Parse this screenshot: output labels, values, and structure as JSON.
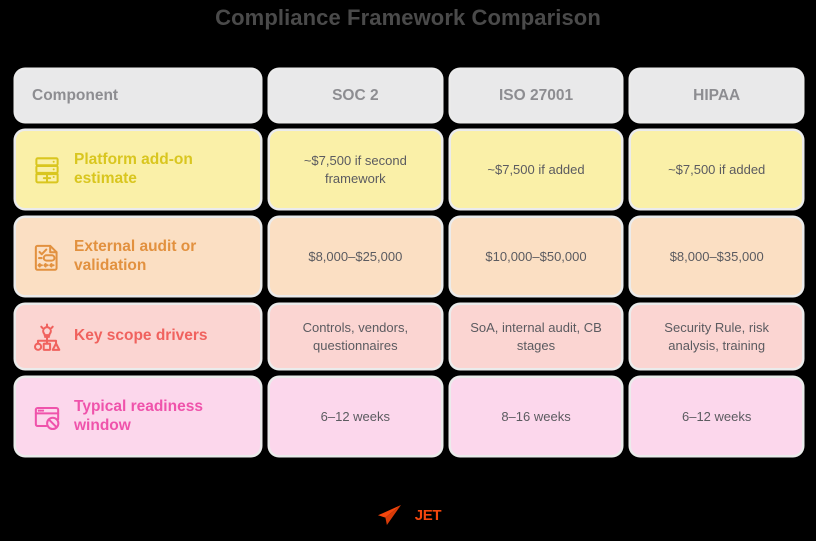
{
  "title": "Compliance Framework Comparison",
  "table": {
    "headers": [
      {
        "label": "Component",
        "name": "header-component"
      },
      {
        "label": "SOC 2",
        "name": "header-soc2"
      },
      {
        "label": "ISO 27001",
        "name": "header-iso27001"
      },
      {
        "label": "HIPAA",
        "name": "header-hipaa"
      }
    ],
    "rows": [
      {
        "label": "Platform add-on estimate",
        "icon": "server-add-icon",
        "theme": "yellow",
        "accent": "#d9c61f",
        "background": "#faf0a8",
        "cells": [
          "~$7,500 if second framework",
          "~$7,500 if added",
          "~$7,500 if added"
        ]
      },
      {
        "label": "External audit or validation",
        "icon": "document-check-icon",
        "theme": "orange",
        "accent": "#e2913f",
        "background": "#fbdfc3",
        "cells": [
          "$8,000–$25,000",
          "$10,000–$50,000",
          "$8,000–$35,000"
        ]
      },
      {
        "label": "Key scope drivers",
        "icon": "lightbulb-hierarchy-icon",
        "theme": "red",
        "accent": "#f0625e",
        "background": "#fbd5d2",
        "cells": [
          "Controls, vendors, questionnaires",
          "SoA, internal audit, CB stages",
          "Security Rule, risk analysis, training"
        ]
      },
      {
        "label": "Typical readiness window",
        "icon": "browser-blocked-icon",
        "theme": "pink",
        "accent": "#ef53ab",
        "background": "#fcd7ec",
        "cells": [
          "6–12 weeks",
          "8–16 weeks",
          "6–12 weeks"
        ]
      }
    ]
  },
  "footer": {
    "logo_icon": "paper-plane-icon",
    "logo_word": "",
    "logo_word_accent": "JET",
    "accent_color": "#f4460d"
  },
  "colors": {
    "page_background": "#000000",
    "title": "#4a4a4a",
    "header_background": "#e9e9ea",
    "header_text": "#8d8d91",
    "data_text": "#5b5b60"
  }
}
